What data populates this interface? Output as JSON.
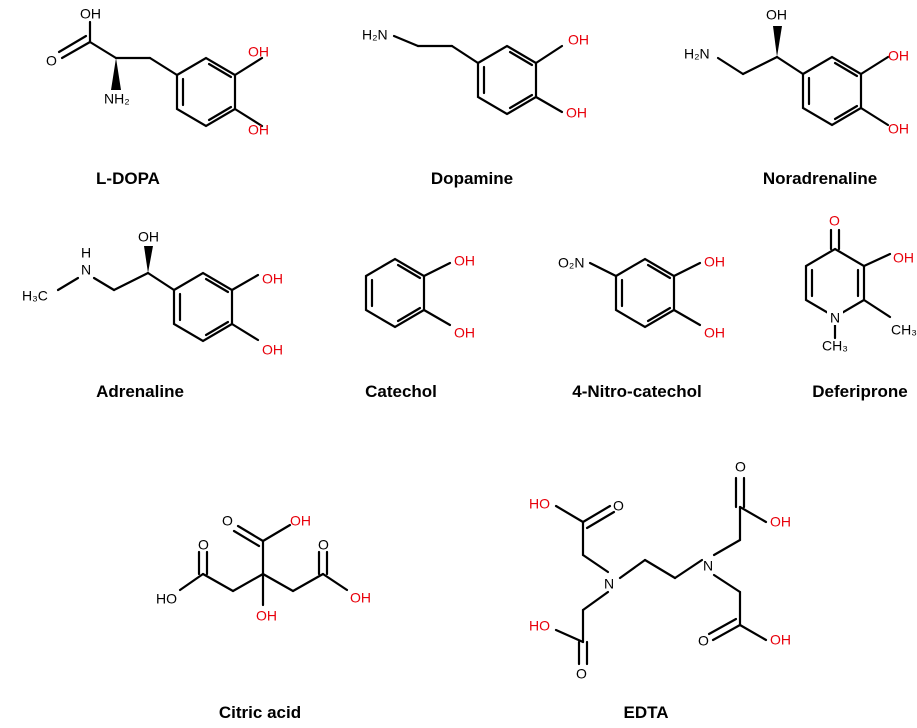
{
  "figure": {
    "molecules": [
      {
        "id": "ldopa",
        "name": "L-DOPA"
      },
      {
        "id": "dopamine",
        "name": "Dopamine"
      },
      {
        "id": "noradrenaline",
        "name": "Noradrenaline"
      },
      {
        "id": "adrenaline",
        "name": "Adrenaline"
      },
      {
        "id": "catechol",
        "name": "Catechol"
      },
      {
        "id": "nitrocatechol",
        "name": "4-Nitro-catechol"
      },
      {
        "id": "deferiprone",
        "name": "Deferiprone"
      },
      {
        "id": "citric",
        "name": "Citric acid"
      },
      {
        "id": "edta",
        "name": "EDTA"
      }
    ],
    "atom_labels": {
      "oh": "OH",
      "ho": "HO",
      "o": "O",
      "n": "N",
      "h": "H",
      "h2n": "H₂N",
      "nh2": "NH₂",
      "h3c": "H₃C",
      "ch3": "CH₃",
      "o2n": "O₂N"
    },
    "colors": {
      "oxygen": "#e8000b",
      "bond": "#000000"
    }
  }
}
